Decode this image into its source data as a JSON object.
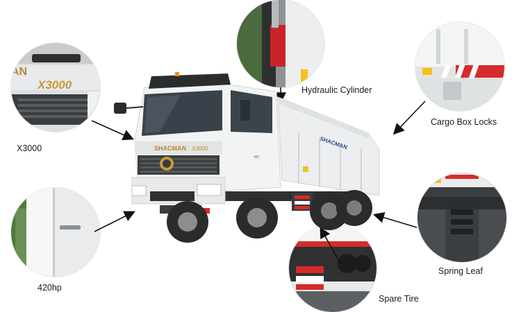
{
  "callouts": {
    "x3000": "X3000",
    "hp": "420hp",
    "hydraulic": "Hydraulic Cylinder",
    "locks": "Cargo Box Locks",
    "spring": "Spring Leaf",
    "spare": "Spare Tire"
  },
  "badges": {
    "cab_model": "X3000",
    "grille_brand": "SHACMAN",
    "box_brand": "SHACMAN",
    "cab_small": "480"
  },
  "colors": {
    "truck_white": "#f2f3f3",
    "accent_red": "#d62b2b",
    "accent_yellow": "#f3c21c",
    "tire_dark": "#2b2b2b"
  }
}
